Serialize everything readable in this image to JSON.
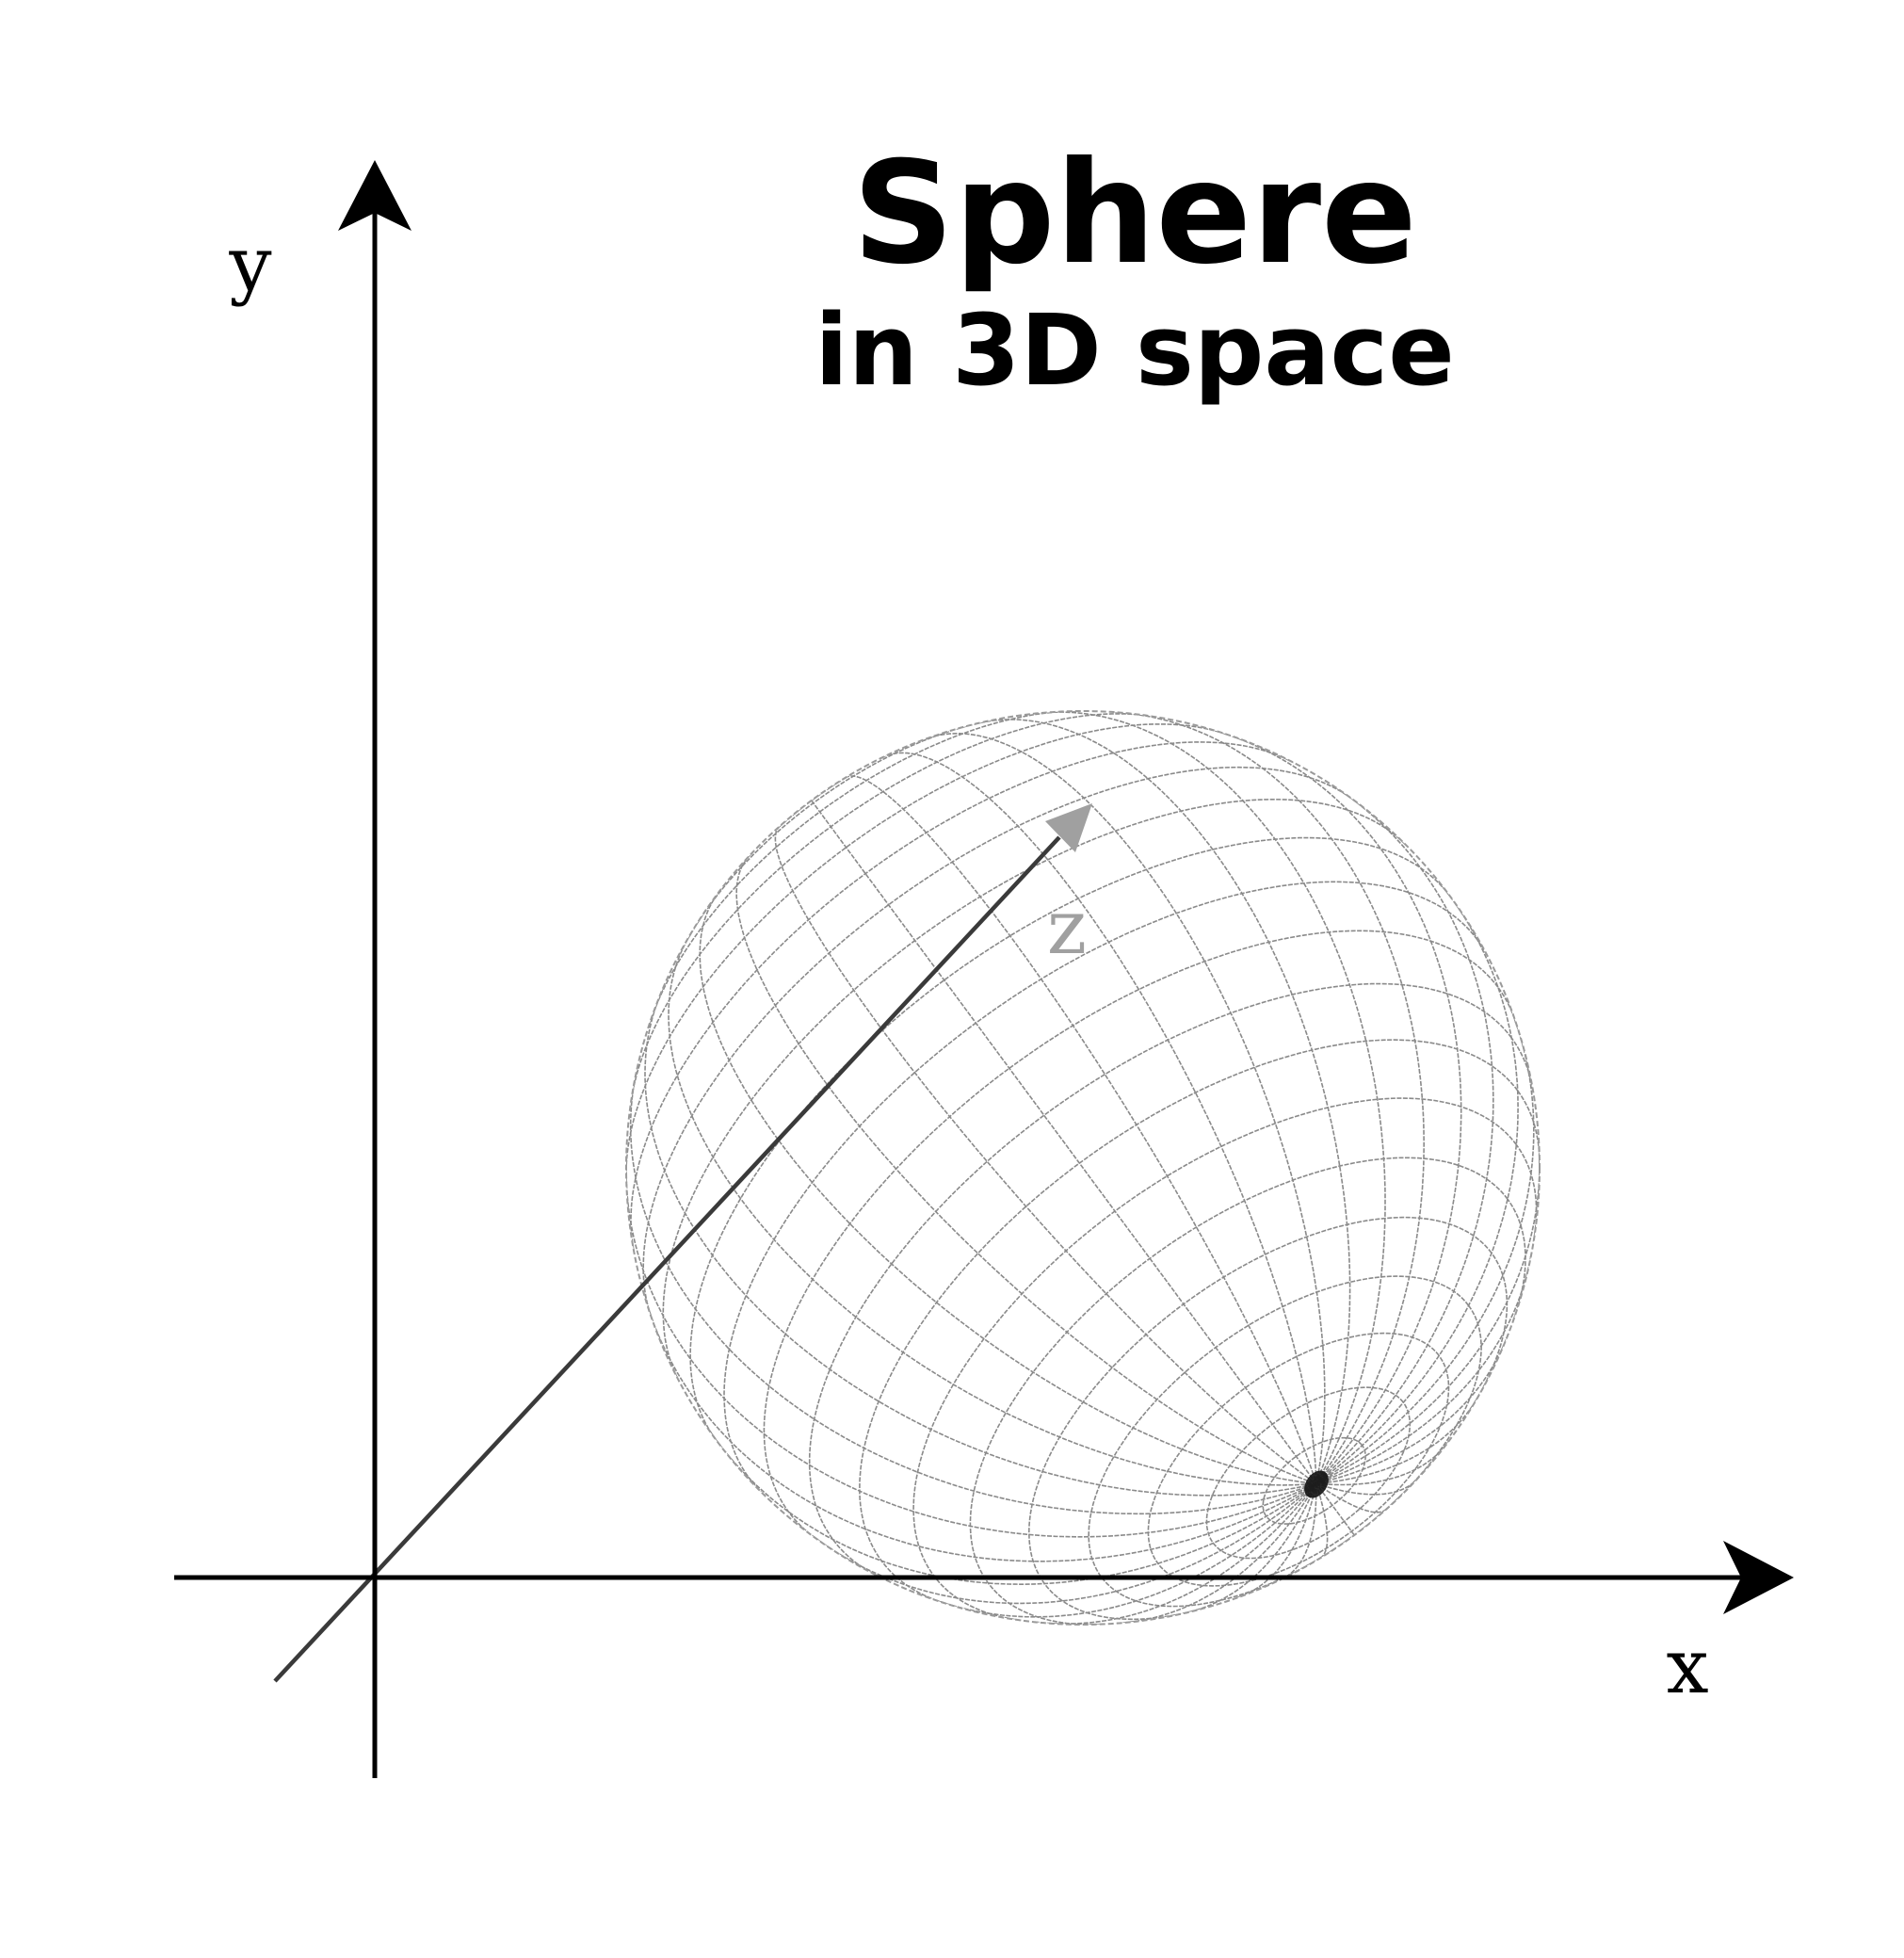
{
  "title": "Sphere",
  "subtitle": "in 3D space",
  "axes": {
    "x_label": "x",
    "y_label": "y",
    "z_label": "z"
  },
  "colors": {
    "axis": "#000000",
    "z_axis": "#3a3a3a",
    "z_axis_far": "#a0a0a0",
    "mesh": "#8a8a8a",
    "pole": "#2a2a2a"
  },
  "sphere": {
    "latitude_lines": 24,
    "longitude_lines": 36
  }
}
